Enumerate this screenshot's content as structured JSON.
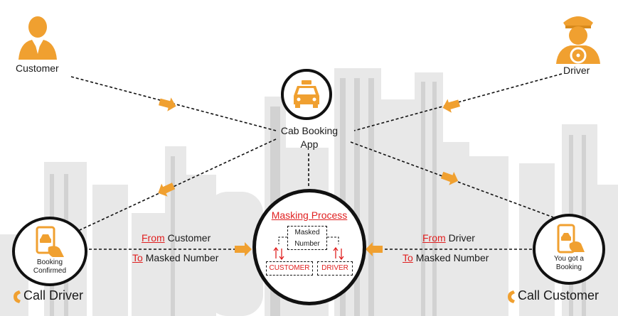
{
  "colors": {
    "accent": "#f0a030",
    "red": "#e02020",
    "line": "#111111",
    "skyline": "#e6e6e6"
  },
  "icons": {
    "customer": "customer-person-icon",
    "driver": "driver-person-icon",
    "app": "taxi-icon",
    "booking": "booking-hand-icon",
    "phone_booking": "phone-booking-icon",
    "call": "phone-handset-icon"
  },
  "nodes": {
    "customer": "Customer",
    "driver": "Driver",
    "app_line1": "Cab Booking",
    "app_line2": "App",
    "booking_line1": "Booking",
    "booking_line2": "Confirmed",
    "phone_line1": "You got a",
    "phone_line2": "Booking"
  },
  "masking": {
    "title": "Masking Process",
    "masked_line1": "Masked",
    "masked_line2": "Number",
    "customer": "CUSTOMER",
    "driver": "DRIVER"
  },
  "edges": {
    "from_customer_prefix": "From",
    "from_customer_rest": "Customer",
    "to_masked_left_prefix": "To",
    "to_masked_left_rest": "Masked Number",
    "from_driver_prefix": "From",
    "from_driver_rest": "Driver",
    "to_masked_right_prefix": "To",
    "to_masked_right_rest": "Masked Number"
  },
  "calls": {
    "left": "Call Driver",
    "right": "Call Customer"
  }
}
